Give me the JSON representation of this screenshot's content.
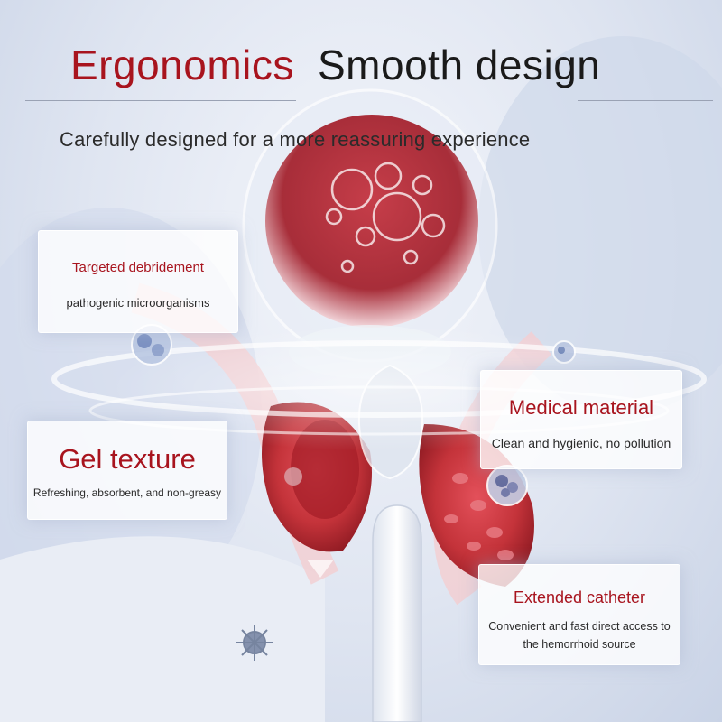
{
  "header": {
    "title_left": "Ergonomics",
    "title_right": "Smooth design",
    "subtitle": "Carefully designed for a more reassuring experience"
  },
  "cards": {
    "debridement": {
      "title": "Targeted debridement",
      "desc": "pathogenic microorganisms"
    },
    "gel": {
      "title": "Gel texture",
      "desc": "Refreshing, absorbent, and non-greasy"
    },
    "material": {
      "title": "Medical material",
      "desc": "Clean and hygienic, no pollution"
    },
    "catheter": {
      "title": "Extended catheter",
      "desc": "Convenient and fast direct access to the hemorrhoid source"
    }
  },
  "colors": {
    "brand_red": "#a8141e",
    "text_dark": "#1a1a1a",
    "tissue_red": "#c4333a",
    "bg_blue": "#dfe5f1"
  },
  "icons": [
    "bacteria-icon",
    "virus-icon",
    "cell-icon",
    "bubble-icon"
  ]
}
